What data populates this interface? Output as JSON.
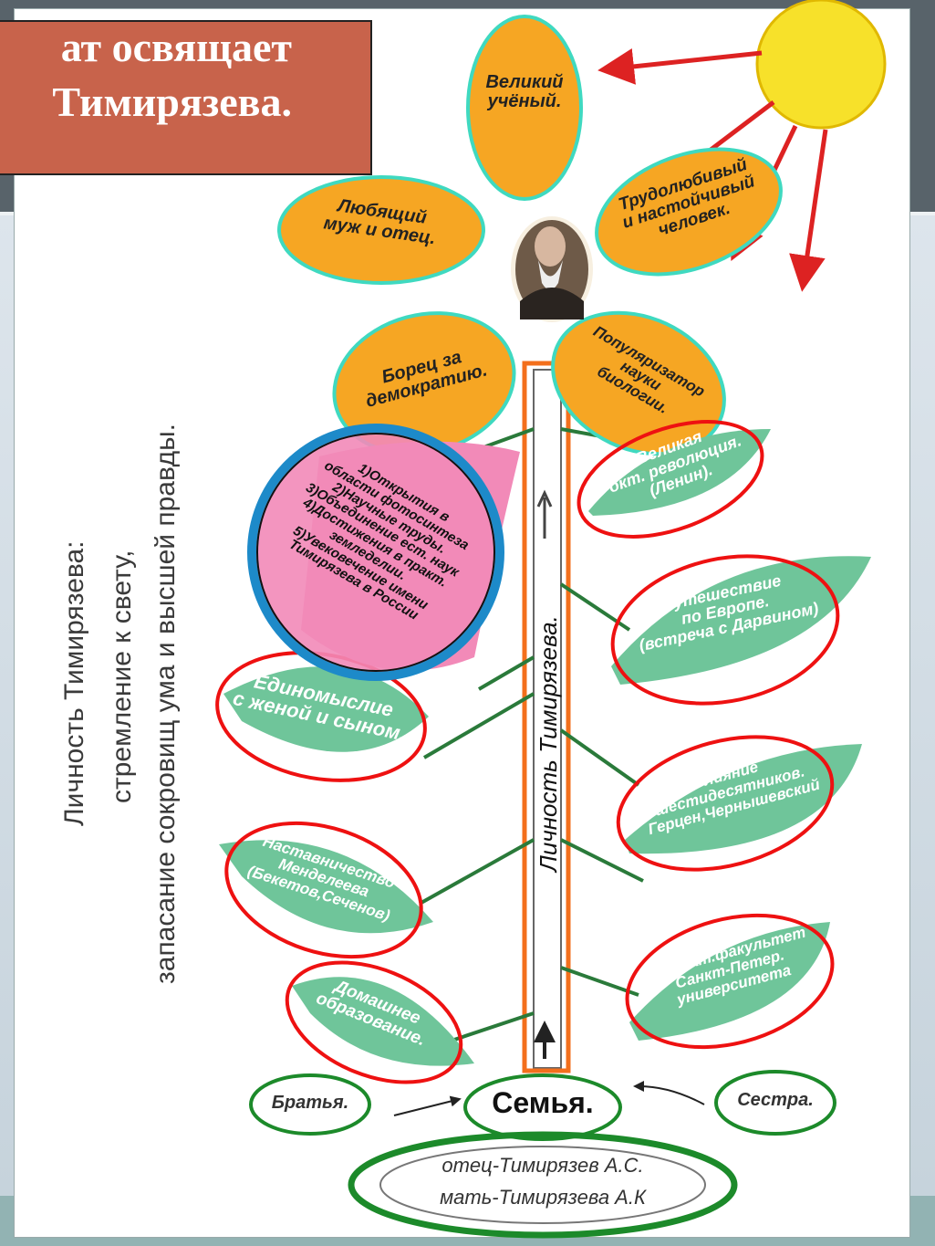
{
  "banner": {
    "text": "ат освящает\nТимирязева."
  },
  "side_caption": {
    "line1": "Личность Тимирязева:",
    "line2": "стремление к свету,",
    "line3": "запасание сокровищ ума и высшей правды."
  },
  "stem_label": "Личность Тимирязева.",
  "petals": {
    "great_scientist": "Великий\nучёный.",
    "loving_husband": "Любящий\nмуж и отец.",
    "hardworking": "Трудолюбивый\nи настойчивый\nчеловек.",
    "fighter": "Борец за\nдемократию.",
    "popularizer": "Популяризатор\nнауки\nбиологии."
  },
  "achievements": "1)Открытия в\nобласти фотосинтеза\n2)Научные труды.\n3)Объединение ест. наук\n4)Достижения в практ.\nземледелии.\n5)Увековечение имени\nТимирязева в России",
  "leaves": {
    "revolution": "Великая\nокт. революция.\n(Ленин).",
    "travel": "Путешествие\nпо Европе.\n(встреча с Дарвином)",
    "unity": "Единомыслие\nс женой и сыном.",
    "sixties": "Влияние\nшестидесятников.\nГерцен,Чернышевский",
    "mentorship": "Наставничество\nМенделеева\n(Бекетов,Сеченов)",
    "faculty": "Физ.мат.факультет\nСанкт-Петер.\nуниверситета",
    "home_education": "Домашнее\nобразование."
  },
  "roots": {
    "family": "Семья.",
    "brothers": "Братья.",
    "sister": "Сестра.",
    "father": "отец-Тимирязев А.С.",
    "mother": "мать-Тимирязева А.К"
  },
  "colors": {
    "petal": "#f6a623",
    "petal_ring": "#3fd9c0",
    "leaf": "#6fc59a",
    "leaf_ring": "#e11",
    "pink_circle": "#f28ab8",
    "blue_ring": "#1d8ac9",
    "stem_box": "#f36f1c",
    "sun": "#f7e12a",
    "arrow_red": "#d22",
    "root_ring": "#1c8a2a",
    "banner": "#c8634b"
  }
}
